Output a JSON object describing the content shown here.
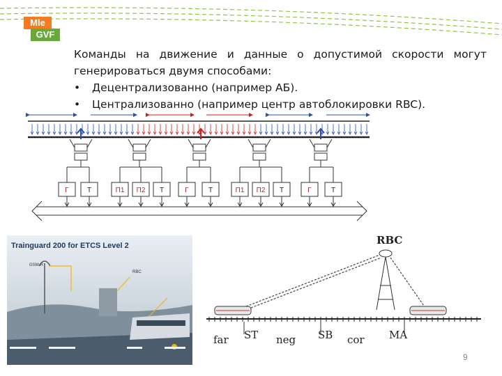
{
  "logo": {
    "top": "Mle",
    "bottom": "GVF"
  },
  "colors": {
    "orange": "#f47c20",
    "green": "#6aa83c",
    "accent_blue": "#2a4fb0",
    "accent_red": "#cc2020",
    "dash_green": "#8dc63f"
  },
  "intro": "Команды на движение и данные о допустимой скорости могут генерироваться двумя способами:",
  "bullets": [
    "Децентрализованно (например АБ).",
    "Централизованно (например центр автоблокировки RBC)."
  ],
  "ab_diagram": {
    "boxes": [
      "Г",
      "Т",
      "П1",
      "П2",
      "Т",
      "Г",
      "Т",
      "П1",
      "П2",
      "Т",
      "Г",
      "Т"
    ]
  },
  "trainguard": {
    "title": "Trainguard 200 for ETCS Level 2",
    "gsmr_label": "GSM-R",
    "rbc_label": "RBC"
  },
  "rbc_diagram": {
    "title": "RBC",
    "labels": [
      "far",
      "ST",
      "neg",
      "SB",
      "cor",
      "MA"
    ]
  },
  "page_number": "9"
}
